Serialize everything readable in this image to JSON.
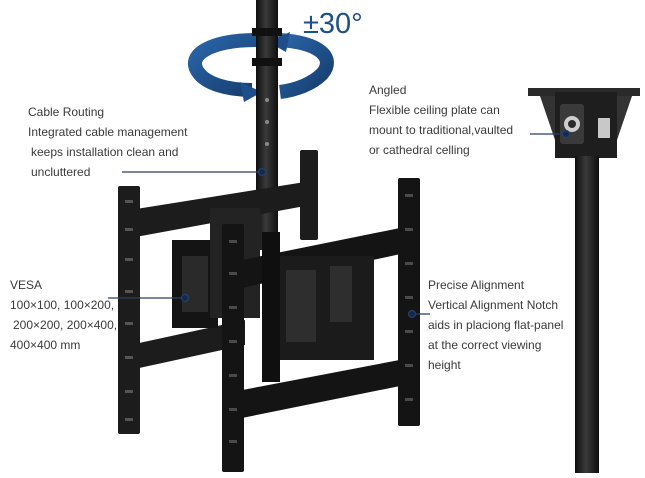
{
  "rotation_label": "±30°",
  "cable_routing": {
    "title": "Cable Routing",
    "lines": [
      "Integrated cable management",
      "keeps installation clean and",
      "uncluttered"
    ]
  },
  "angled": {
    "title": "Angled",
    "lines": [
      "Flexible ceiling plate can",
      "mount to traditional,vaulted",
      "or cathedral celling"
    ]
  },
  "vesa": {
    "title": "VESA",
    "lines": [
      "100×100, 100×200,",
      "200×200, 200×400,",
      "400×400 mm"
    ]
  },
  "alignment": {
    "title": "Precise Alignment",
    "lines": [
      "Vertical Alignment Notch",
      "aids in placiong flat-panel",
      "at the correct viewing",
      "height"
    ]
  },
  "colors": {
    "mount": "#1c1c1c",
    "arrow": "#1f4f8a",
    "leader": "#2c3e63"
  }
}
